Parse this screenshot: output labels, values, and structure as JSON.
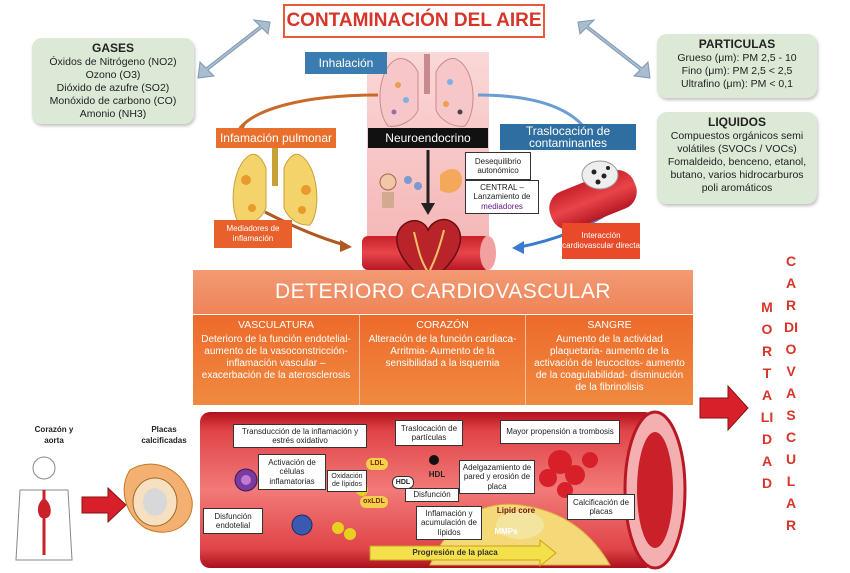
{
  "title": "CONTAMINACIÓN DEL AIRE",
  "gases": {
    "heading": "GASES",
    "items": [
      "Óxidos de Nitrógeno (NO2)",
      "Ozono (O3)",
      "Dióxido de azufre (SO2)",
      "Monóxido de carbono (CO)",
      "Amonio (NH3)"
    ]
  },
  "particulas": {
    "heading": "PARTICULAS",
    "items": [
      "Grueso (μm): PM 2,5 - 10",
      "Fino (μm): PM 2,5 < 2,5",
      "Ultrafino (μm): PM < 0,1"
    ]
  },
  "liquidos": {
    "heading": "LIQUIDOS",
    "items": [
      "Compuestos orgánicos semi volátiles (SVOCs / VOCs)",
      "Fomaldeido, benceno, etanol, butano, varios hidrocarburos poli aromáticos"
    ]
  },
  "pathway": {
    "inhalacion": "Inhalación",
    "inflamacion_pulmonar": "Infamación pulmonar",
    "neuroendocrino": "Neuroendocrino",
    "traslocacion": "Traslocación de contaminantes",
    "desequilibrio": "Desequilibrio autonómico",
    "central": "CENTRAL – Lanzamiento de",
    "central_highlight": "mediadores",
    "mediadores": "Mediadores de inflamación",
    "interaccion": "Interacción cardiovascular directa"
  },
  "deterioro": "DETERIORO CARDIOVASCULAR",
  "columns": [
    {
      "heading": "VASCULATURA",
      "text": "Deterioro de la función endotelial-aumento de la vasoconstricción-inflamación vascular – exacerbación de la aterosclerosis"
    },
    {
      "heading": "CORAZÓN",
      "text": "Alteración de la función cardiaca- Arritmia- Aumento de la sensibilidad a la isquemia"
    },
    {
      "heading": "SANGRE",
      "text": "Aumento de la actividad plaquetaria- aumento de la activación de leucocitos- aumento de la coagulabilidad- disminución de la fibrinolisis"
    }
  ],
  "mortalidad": {
    "word1": "MORTALIDAD",
    "word2": "CARDIOVASCULAR"
  },
  "anatomy": {
    "corazon": "Corazón y aorta",
    "placas": "Placas calcificadas"
  },
  "vessel": {
    "transduccion": "Transducción de la inflamación y estrés oxidativo",
    "traslocacion_particulas": "Traslocación de partículas",
    "propension": "Mayor propensión a trombosis",
    "activacion": "Activación de células inflamatorias",
    "oxidacion": "Oxidación de lípidos",
    "ldl": "LDL",
    "hdl": "HDL",
    "hdl2": "HDL",
    "oxldl": "oxLDL",
    "adelgazamiento": "Adelgazamiento de pared y erosión de placa",
    "disfuncion": "Disfunción",
    "lipid_core": "Lipid core",
    "calcificacion": "Calcificación de placas",
    "disfuncion_endotelial": "Disfunción endotelial",
    "inflamacion_lipidos": "Inflamación y acumulación de lípidos",
    "mmps": "MMPs",
    "progresion": "Progresión de la placa"
  },
  "colors": {
    "accent_red": "#d8352a",
    "orange": "#ee6a2a",
    "green_box": "#dce9d6",
    "blue_tag": "#3a7bb0"
  }
}
